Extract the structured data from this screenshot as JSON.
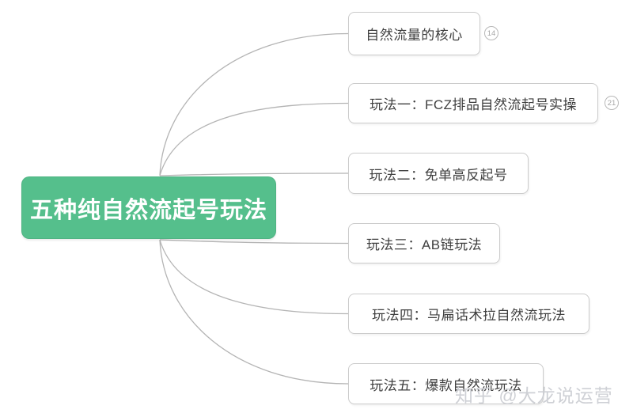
{
  "colors": {
    "canvas_bg": "#ffffff",
    "root_bg": "#55bf8c",
    "root_text": "#ffffff",
    "node_bg": "#ffffff",
    "node_border": "#cbcbcb",
    "node_text": "#3f3f3f",
    "line": "#b4b4b4",
    "badge_border": "#b8b8b8",
    "badge_text": "#a6a6a6",
    "watermark": "#ccced3"
  },
  "mindmap": {
    "root": {
      "label": "五种纯自然流起号玩法"
    },
    "branches": [
      {
        "label": "自然流量的核心",
        "badge": "14"
      },
      {
        "label": "玩法一：FCZ排品自然流起号实操",
        "badge": "21"
      },
      {
        "label": "玩法二：免单高反起号"
      },
      {
        "label": "玩法三：AB链玩法"
      },
      {
        "label": "玩法四：马扁话术拉自然流玩法"
      },
      {
        "label": "玩法五：爆款自然流玩法"
      }
    ]
  },
  "watermark": {
    "text": "知乎 @大龙说运营"
  }
}
